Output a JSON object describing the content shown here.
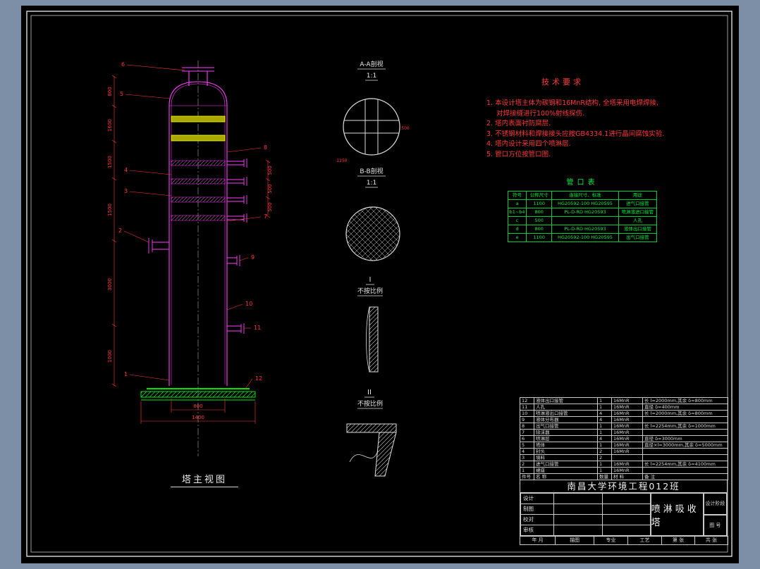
{
  "main_view": {
    "label": "塔主视图",
    "callouts": [
      "1",
      "2",
      "3",
      "4",
      "5",
      "6",
      "7",
      "8",
      "9",
      "10",
      "11",
      "12"
    ],
    "dims_left": [
      "800",
      "1600",
      "1500",
      "1500",
      "3000",
      "1000"
    ],
    "dims_right": [
      "500",
      "500",
      "500"
    ],
    "dims_bottom": [
      "800",
      "1400"
    ]
  },
  "sections": {
    "aa": {
      "title": "A-A剖视",
      "scale": "1:1",
      "dim1": "1250",
      "dim2": "500"
    },
    "bb": {
      "title": "B-B剖视",
      "scale": "1:1"
    },
    "d1": {
      "title": "I",
      "note": "不按比例"
    },
    "d2": {
      "title": "II",
      "note": "不按比例"
    }
  },
  "tech": {
    "title": "技术要求",
    "lines": [
      "1. 本设计塔主体为碳钢和16MnR结构, 全塔采用电焊焊接,",
      "对焊接缝进行100%射线探伤.",
      "2. 塔内表面衬防腐层.",
      "3. 不锈钢材料和焊接接头应按GB4334.1进行晶间腐蚀实验.",
      "4. 塔内设计采用四个喷淋层.",
      "5. 管口方位按管口图."
    ]
  },
  "pipe_table": {
    "title": "管口表",
    "rows": [
      [
        "符号",
        "公称尺寸",
        "连接尺寸、标准",
        "用途"
      ],
      [
        "a",
        "1100",
        "HG20592-100 HG20595",
        "进气口接管"
      ],
      [
        "b1~b4",
        "800",
        "PL-D-RD HG20593",
        "喷淋液进口接管"
      ],
      [
        "c",
        "500",
        "",
        "人孔"
      ],
      [
        "d",
        "800",
        "PL-D-RD HG20593",
        "液体出口接管"
      ],
      [
        "e",
        "1100",
        "HG20592-100 HG20595",
        "出气口接管"
      ]
    ]
  },
  "title_block": {
    "parts_rows": [
      [
        "12",
        "液体出口接管",
        "1",
        "16MnR",
        "长 l=2000mm,其余 δ=800mm"
      ],
      [
        "11",
        "人孔",
        "1",
        "16MnR",
        "直径 δ=400mm"
      ],
      [
        "10",
        "喷淋液出口接管",
        "4",
        "16MnR",
        "长 l=2000mm,其余 δ=800mm"
      ],
      [
        "9",
        "液体分布器",
        "4",
        "16MnR",
        ""
      ],
      [
        "8",
        "出气口接管",
        "1",
        "16MnR",
        "长 l=2254mm,其余 δ=1000mm"
      ],
      [
        "7",
        "除沫器",
        "1",
        "16MnR",
        ""
      ],
      [
        "6",
        "喷淋层",
        "4",
        "16MnR",
        "直径 δ=3000mm"
      ],
      [
        "5",
        "塔体",
        "1",
        "16MnR",
        "直径×l=3000mm,其余 δ=5000mm"
      ],
      [
        "4",
        "封头",
        "2",
        "16MnR",
        ""
      ],
      [
        "3",
        "填料",
        "2",
        "",
        ""
      ],
      [
        "2",
        "进气口接管",
        "1",
        "16MnR",
        "长 l=2254mm,其余 δ=4100mm"
      ],
      [
        "1",
        "裙座",
        "1",
        "16MnR",
        ""
      ],
      [
        "件号",
        "名  称",
        "数量",
        "材 料",
        "备  注"
      ]
    ],
    "school": "南昌大学环境工程012班",
    "drawing_title": "喷淋吸收塔",
    "sign_rows": [
      [
        "设计",
        "",
        ""
      ],
      [
        "制图",
        "",
        ""
      ],
      [
        "校对",
        "",
        ""
      ],
      [
        "审核",
        "",
        ""
      ]
    ],
    "stage_label": "设计阶段",
    "number_label": "图 号",
    "bottom_rows": [
      [
        "年  月",
        "描图",
        "专业",
        "工艺",
        "第 张",
        "共 张"
      ]
    ]
  }
}
